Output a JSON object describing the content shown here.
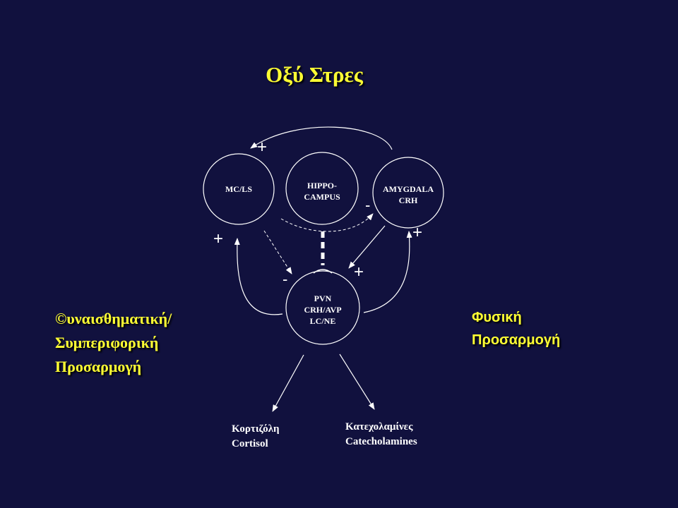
{
  "title": "Οξύ Στρες",
  "nodes": {
    "mcls": "MC/LS",
    "hippo_line1": "HIPPO-",
    "hippo_line2": "CAMPUS",
    "amygdala_line1": "AMYGDALA",
    "amygdala_line2": "CRH",
    "pvn_line1": "PVN",
    "pvn_line2": "CRH/AVP",
    "pvn_line3": "LC/NE"
  },
  "left_label": {
    "line1": "©υναισθηματική/",
    "line2": "Συμπεριφορική",
    "line3": "Προσαρμογή"
  },
  "right_label": {
    "line1": "Φυσική",
    "line2": "Προσαρμογή"
  },
  "outputs": {
    "cortisol_greek": "Κορτιζόλη",
    "cortisol_en": "Cortisol",
    "catechol_greek": "Κατεχολαμίνες",
    "catechol_en": "Catecholamines"
  },
  "signs": {
    "plus": "+",
    "minus": "-"
  },
  "colors": {
    "background": "#11113e",
    "title": "#ffff33",
    "lines": "#ffffff"
  }
}
